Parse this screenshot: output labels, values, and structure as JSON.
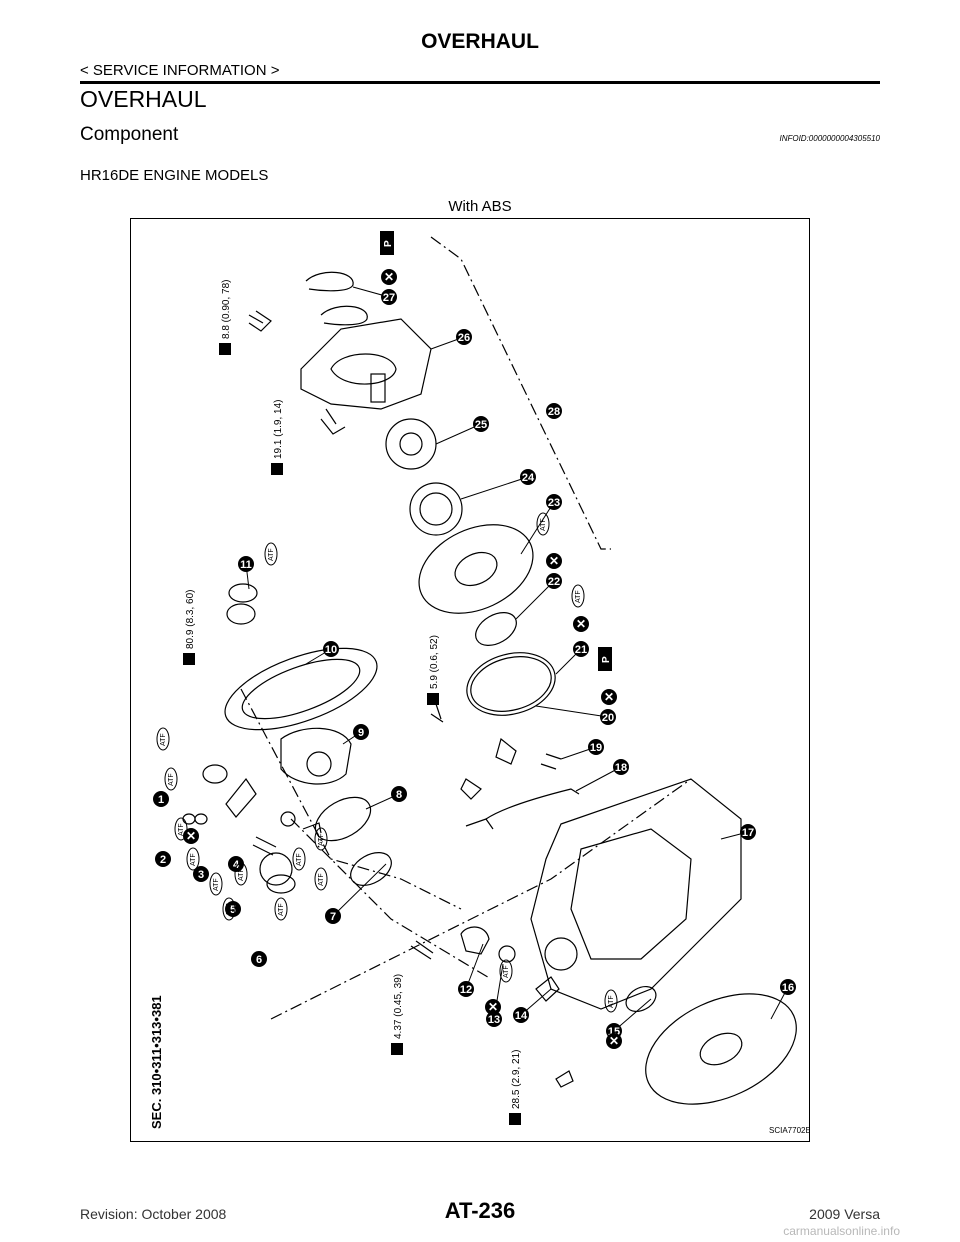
{
  "header": {
    "title": "OVERHAUL",
    "breadcrumb": "< SERVICE INFORMATION >"
  },
  "section": {
    "title": "OVERHAUL",
    "subtitle": "Component",
    "info_id": "INFOID:0000000004305510"
  },
  "content": {
    "engine_models": "HR16DE ENGINE MODELS",
    "variant": "With ABS"
  },
  "figure": {
    "sec_label": "SEC. 310•311•313•381",
    "code": "SCIA7702E",
    "torques": {
      "t1": "8.8 (0.90, 78)",
      "t2": "19.1 (1.9, 14)",
      "t3": "80.9 (8.3, 60)",
      "t4": "5.9 (0.6, 52)",
      "t5": "4.37 (0.45, 39)",
      "t6": "28.5 (2.9, 21)"
    },
    "callouts": [
      "1",
      "2",
      "3",
      "4",
      "5",
      "6",
      "7",
      "8",
      "9",
      "10",
      "11",
      "12",
      "13",
      "14",
      "15",
      "16",
      "17",
      "18",
      "19",
      "20",
      "21",
      "22",
      "23",
      "24",
      "25",
      "26",
      "27",
      "28"
    ],
    "atf_label": "ATF",
    "p_label": "P"
  },
  "footer": {
    "revision": "Revision: October 2008",
    "page": "AT-236",
    "model": "2009 Versa",
    "watermark": "carmanualsonline.info"
  }
}
